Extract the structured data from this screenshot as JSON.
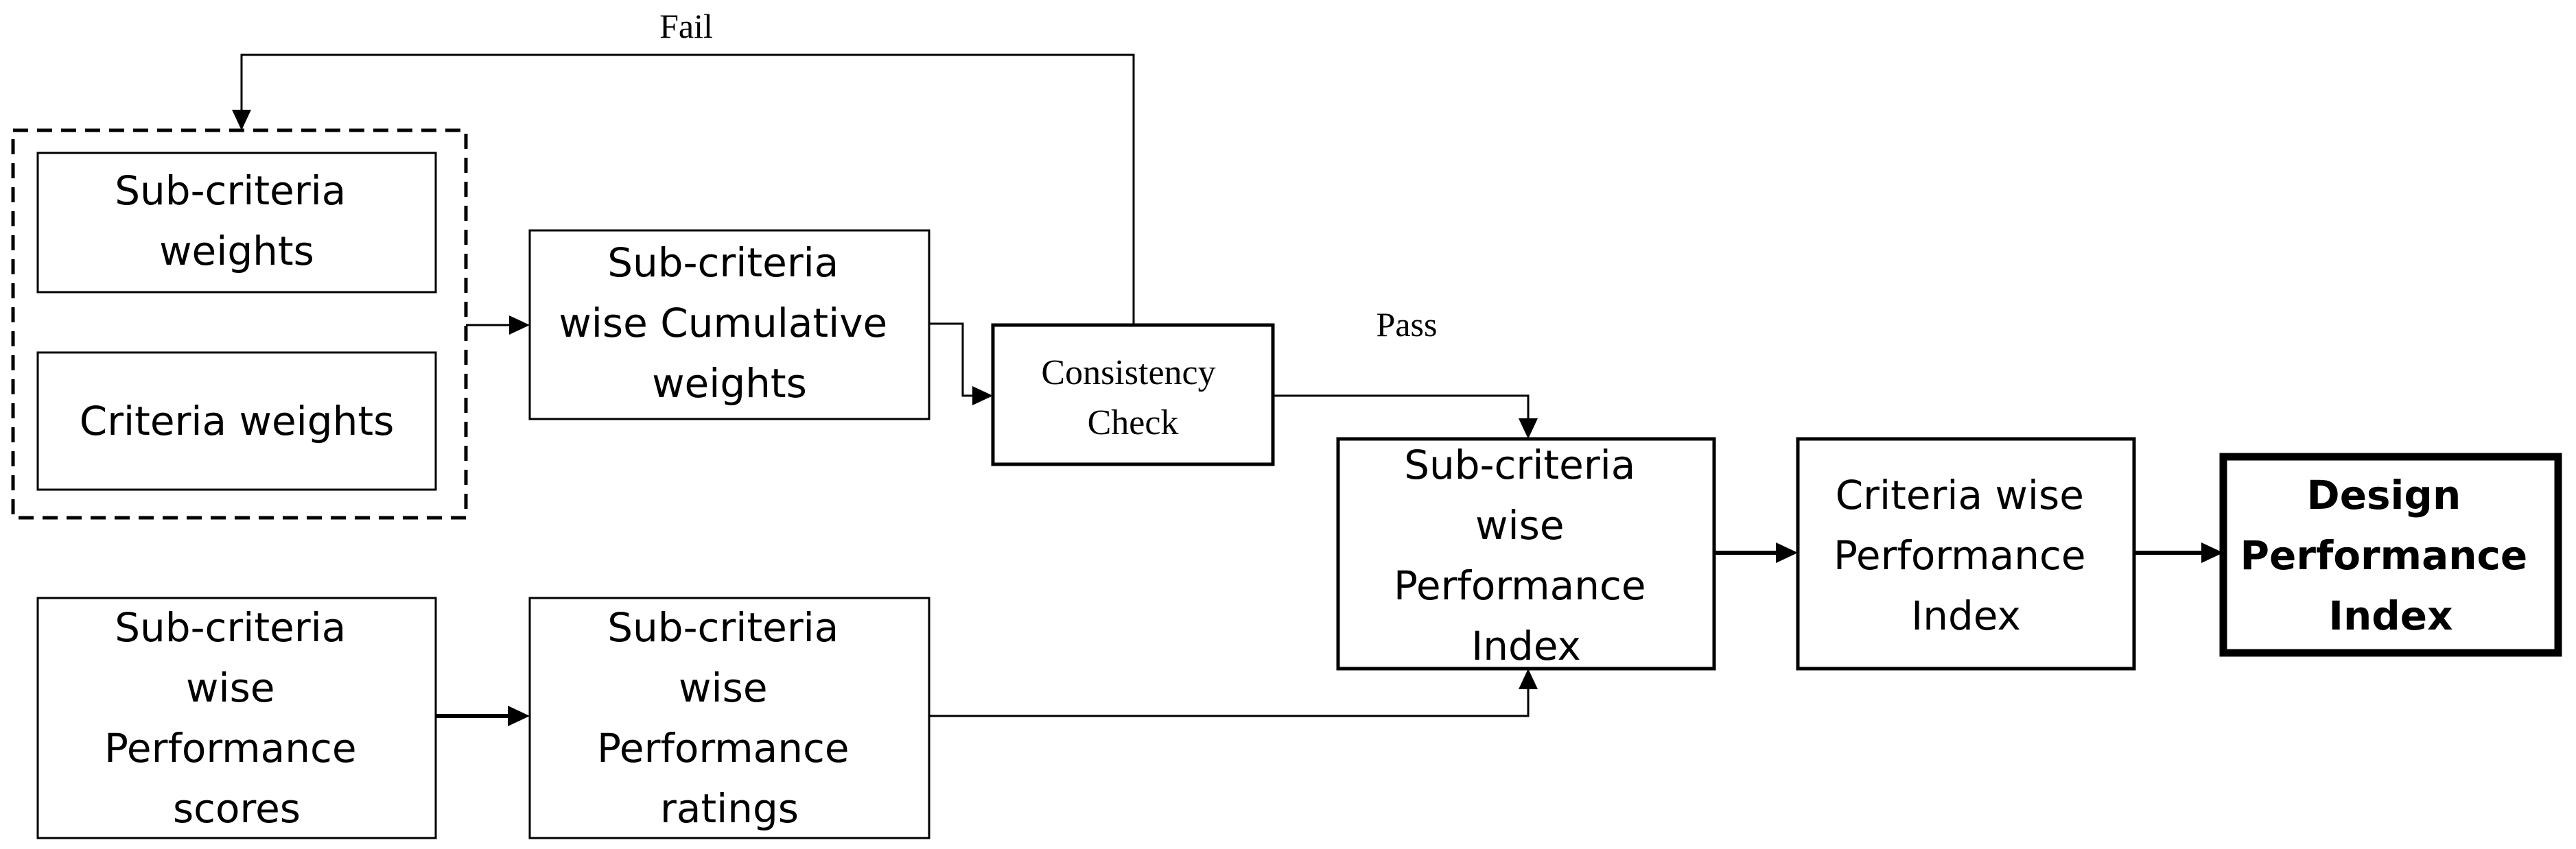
{
  "diagram": {
    "nodes": {
      "sub_criteria_weights": {
        "lines": [
          "Sub-criteria",
          "weights"
        ]
      },
      "criteria_weights": {
        "lines": [
          "Criteria weights"
        ]
      },
      "cumulative_weights": {
        "lines": [
          "Sub-criteria",
          "wise Cumulative",
          "weights"
        ]
      },
      "consistency_check": {
        "lines": [
          "Consistency",
          "Check"
        ]
      },
      "performance_scores": {
        "lines": [
          "Sub-criteria",
          "wise",
          "Performance",
          "scores"
        ]
      },
      "performance_ratings": {
        "lines": [
          "Sub-criteria",
          "wise",
          "Performance",
          "ratings"
        ]
      },
      "sub_criteria_performance_index": {
        "lines": [
          "Sub-criteria",
          "wise",
          "Performance",
          "Index"
        ]
      },
      "criteria_performance_index": {
        "lines": [
          "Criteria wise",
          "Performance",
          "Index"
        ]
      },
      "design_performance_index": {
        "lines": [
          "Design",
          "Performance",
          "Index"
        ]
      }
    },
    "edge_labels": {
      "fail": "Fail",
      "pass": "Pass"
    },
    "colors": {
      "stroke": "#000000",
      "background": "#ffffff",
      "text": "#000000"
    }
  }
}
